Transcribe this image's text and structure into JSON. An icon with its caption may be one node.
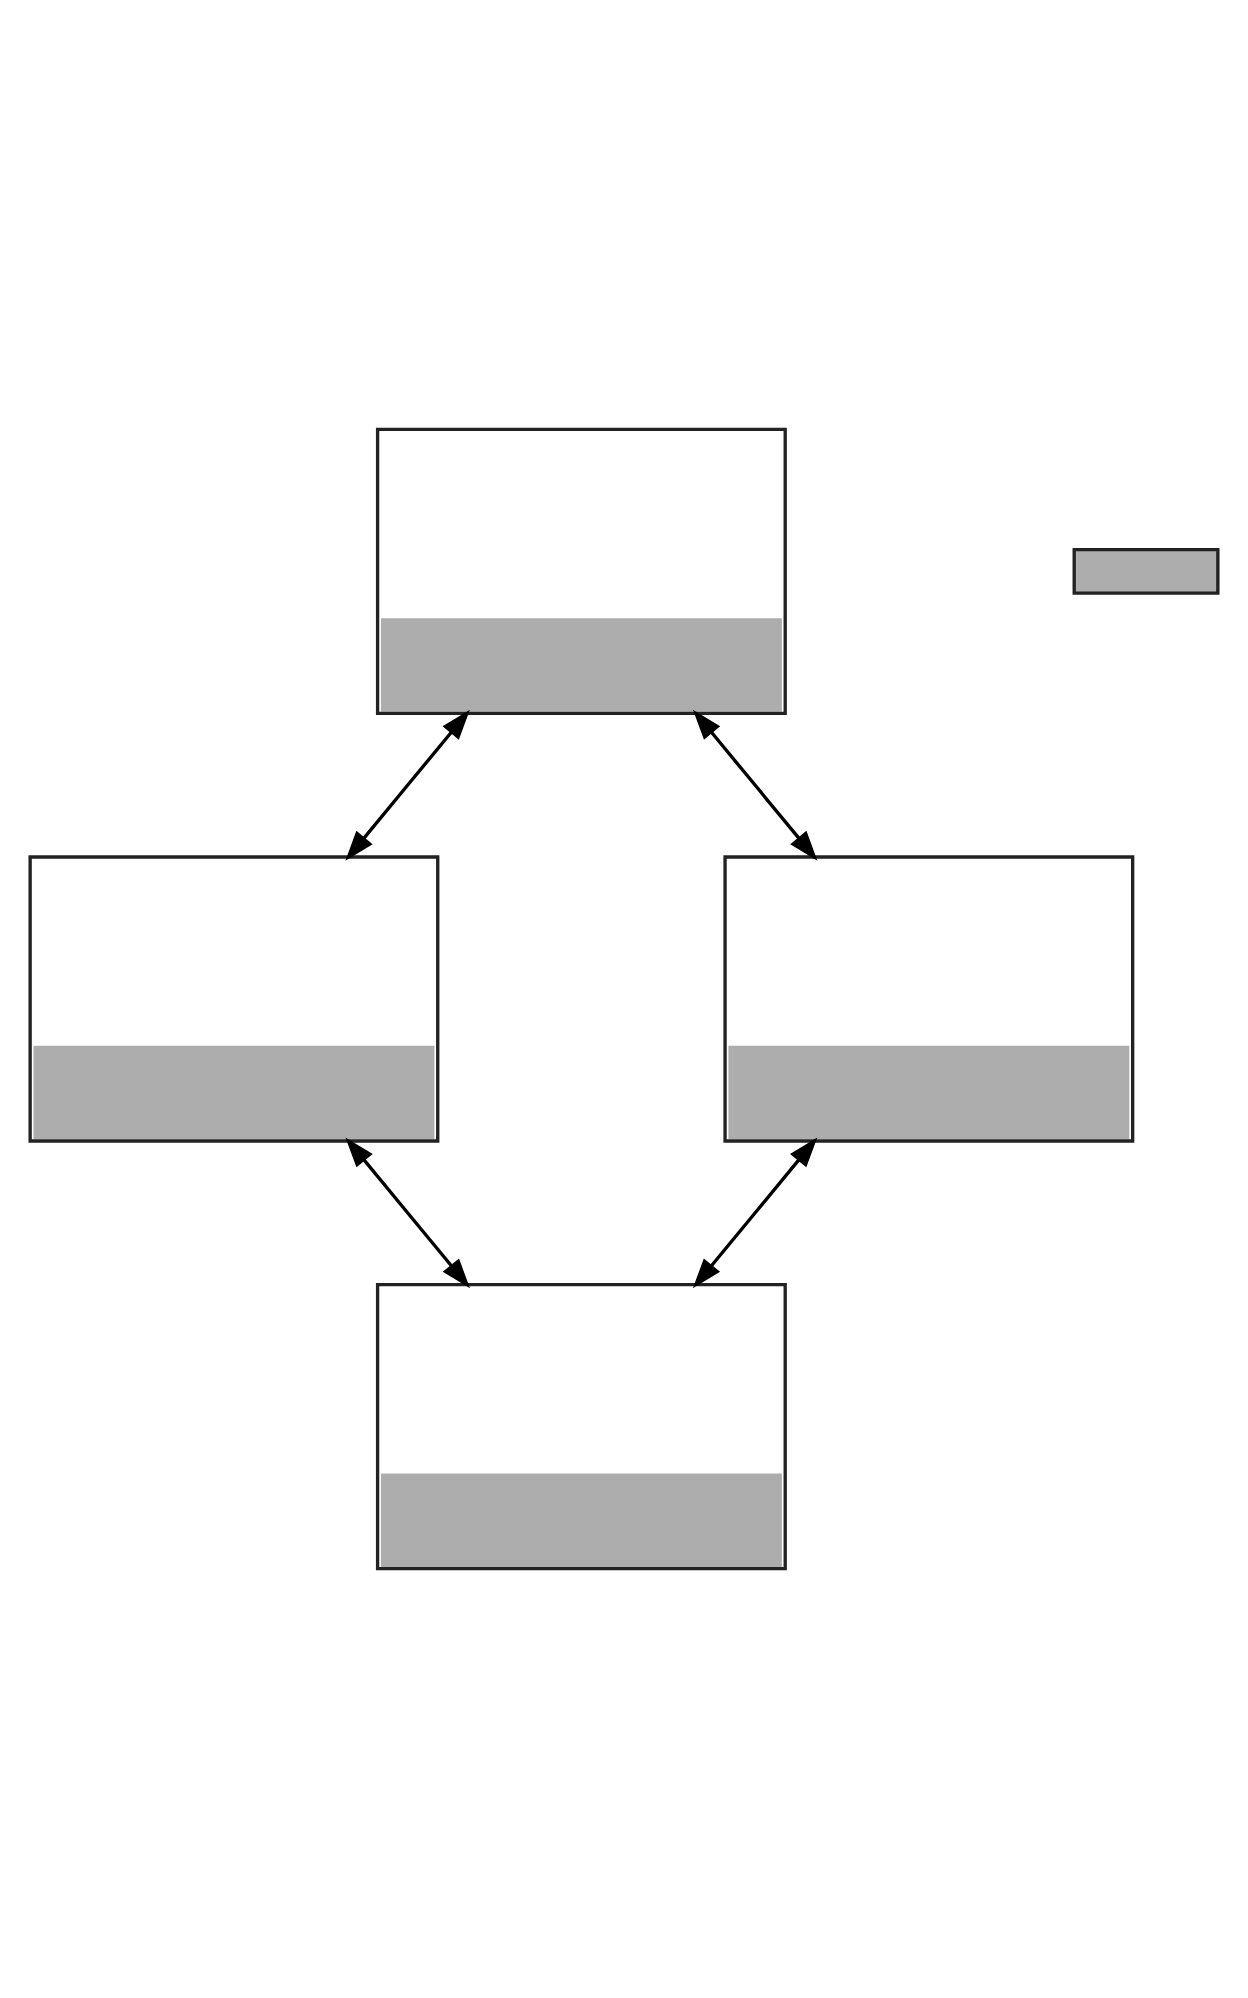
{
  "diagram": {
    "nodes": [
      {
        "text": [],
        "shape": "box"
      },
      {
        "text": [],
        "shape": "box"
      },
      {
        "text": [],
        "shape": "box"
      },
      {
        "text": [],
        "shape": "box"
      },
      {
        "text": [],
        "shape": "bar"
      }
    ],
    "edges": [
      {
        "from": 0,
        "to": 1,
        "arrow": "both"
      },
      {
        "from": 0,
        "to": 2,
        "arrow": "both"
      },
      {
        "from": 1,
        "to": 3,
        "arrow": "both"
      },
      {
        "from": 2,
        "to": 3,
        "arrow": "both"
      }
    ]
  }
}
